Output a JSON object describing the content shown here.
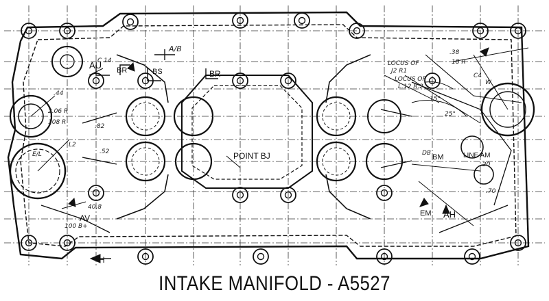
{
  "caption": "INTAKE MANIFOLD - A5527",
  "colors": {
    "ink": "#111111",
    "paper": "#ffffff",
    "dash": "#333333"
  },
  "labels": {
    "au": "AU",
    "br_left": "BR",
    "bs": "BS",
    "br_mid": "BR",
    "ab": "A/B",
    "av": "AV",
    "point_bj": "POINT BJ",
    "bm": "BM",
    "line_am": "LINE AM",
    "em": "EM",
    "ah": "AH",
    "h_arrow": "H",
    "locus_r1": "LOCUS OF",
    "locus_r1b": "J2 R1",
    "locus_r2": "LOCUS OF",
    "locus_r2b": "L.12 R.2",
    "dim_38": ".38",
    "dim_44": ".44",
    "dim_52": ".52",
    "dim_82": ".82",
    "dim_20": ".20",
    "dim_408": "40.8",
    "dim_100": "100 B+",
    "dim_206": "2.06 R",
    "dim_108": "108 R",
    "dim_188": "18 R",
    "dim_25": "25°",
    "dim_15": "15°",
    "dim_c14": "C 14",
    "dim_c4": "C4",
    "dim_db": "DB",
    "dim_l2": "L2",
    "dim_70": ".70",
    "dim_w": "W",
    "dim_e": "E/L"
  }
}
